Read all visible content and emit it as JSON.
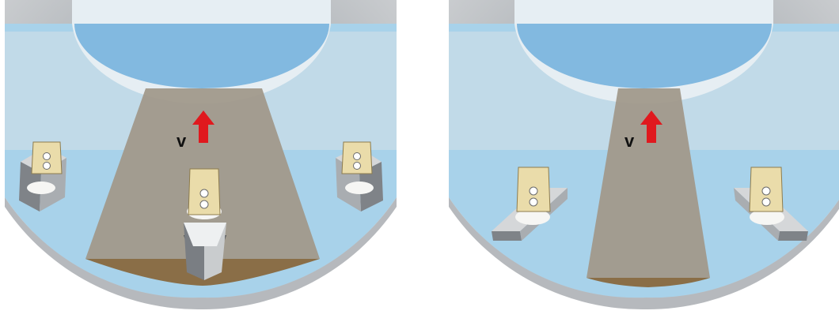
{
  "panels": [
    {
      "name": "three-blade",
      "velocity_label": "v",
      "blade_count": 3
    },
    {
      "name": "two-blade",
      "velocity_label": "v",
      "blade_count": 2
    }
  ],
  "colors": {
    "water": "#a8d2ea",
    "water_deep": "#86bee2",
    "cone_light": "#cfe3ee",
    "wear_band": "#a1998b",
    "sediment": "#8a6e47",
    "steel": "#9a9ea3",
    "insert": "#eadcaa",
    "arrow": "#e0191e"
  }
}
